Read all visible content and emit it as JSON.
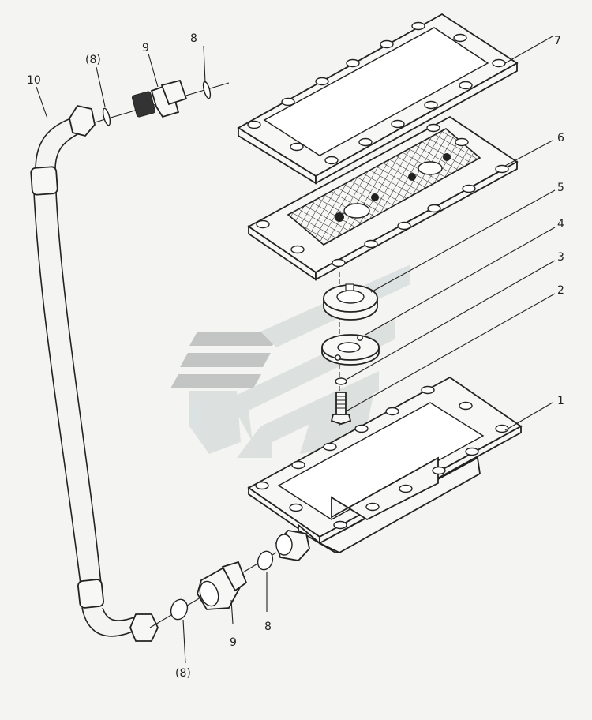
{
  "callouts": {
    "p1": "1",
    "p2": "2",
    "p3": "3",
    "p4": "4",
    "p5": "5",
    "p6": "6",
    "p7": "7",
    "p8_top": "8",
    "p8_top_ref": "(8)",
    "p9_top": "9",
    "p10": "10",
    "p8_bottom": "8",
    "p8_bottom_ref": "(8)",
    "p9_bottom": "9"
  },
  "watermark": {
    "color_dark": "#9aa0a0",
    "color_light": "#c9d3d3"
  }
}
